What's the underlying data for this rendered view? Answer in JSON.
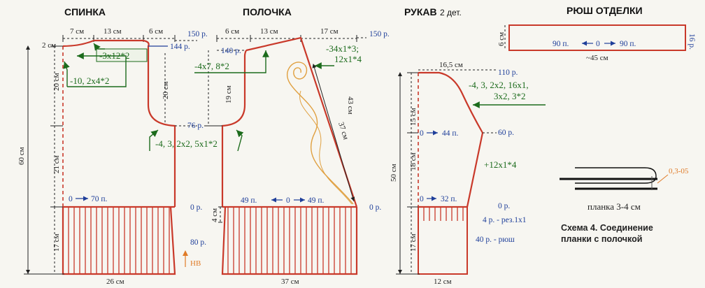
{
  "titles": {
    "back": "СПИНКА",
    "front": "ПОЛОЧКА",
    "sleeve": "РУКАВ",
    "sleeve_count": "2 дет.",
    "ruffle": "РЮШ ОТДЕЛКИ"
  },
  "back": {
    "w_7": "7 см",
    "w_13": "13 см",
    "w_6": "6 см",
    "w_2": "2 см",
    "h_20a": "20 см",
    "h_20b": "20 см",
    "h_21": "21 см",
    "h_60": "60 см",
    "h_17": "17 см",
    "bottom": "26 см",
    "rows_150": "150 р.",
    "rows_144": "144 р.",
    "rows_76": "76 р.",
    "rows_0": "0 р.",
    "rows_80": "80 р.",
    "neck_formula": "-3х12*2",
    "side_formula": "-10, 2х4*2",
    "arm_formula": "-4, 3, 2х2, 5х1*2",
    "stitches": "70 п.",
    "zero": "0",
    "nv": "НВ"
  },
  "front": {
    "w_6": "6 см",
    "w_13": "13 см",
    "w_17": "17 см",
    "rows_150": "150 р.",
    "rows_140": "140 р.",
    "rows_0": "0 р.",
    "h_19": "19 см",
    "h_4": "4 см",
    "h_43": "43 см",
    "h_37": "37 см",
    "neck_formula_1": "-34х1*3;",
    "neck_formula_2": "12х1*4",
    "shoulder_formula": "-4х7, 8*2",
    "st_left": "49 п.",
    "st_right": "49 п.",
    "zero": "0",
    "bottom": "37 см"
  },
  "sleeve": {
    "w_top": "16,5 см",
    "rows_110": "110 р.",
    "rows_60": "60 р.",
    "rows_0": "0 р.",
    "cap_formula_1": "-4, 3, 2х2, 16х1,",
    "cap_formula_2": "3х2, 3*2",
    "h_15": "15 см",
    "h_18": "18 см",
    "h_50": "50 см",
    "h_17": "17 см",
    "st_44": "44 п.",
    "st_32": "32 п.",
    "zero_a": "0",
    "zero_b": "0",
    "inc_formula": "+12х1*4",
    "rib": "4 р. - рез.1х1",
    "ruffle_rows": "40 р. - рюш",
    "bottom": "12 см"
  },
  "ruffle": {
    "h_6": "6 см",
    "h_16": "16 р.",
    "st_left": "90 п.",
    "st_right": "90 п.",
    "zero": "0",
    "length": "~45 см"
  },
  "scheme": {
    "thickness": "0,3-05",
    "placket": "планка 3-4 см",
    "caption_1": "Схема 4. Соединение",
    "caption_2": "планки с полочкой"
  }
}
